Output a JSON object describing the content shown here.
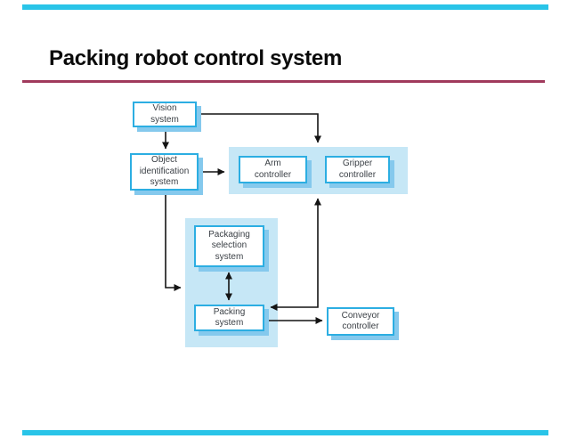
{
  "slide": {
    "title": "Packing robot control system"
  },
  "colors": {
    "accent_bar": "#29C4E8",
    "title_underline": "#A03A5C",
    "title_text": "#0A0A0A",
    "box_border": "#2CAEE2",
    "box_shadow": "#85C9ED",
    "region_background": "#C6E7F6",
    "connector": "#141414",
    "box_text": "#3B4046"
  },
  "diagram": {
    "boxes": [
      {
        "id": "vision-system",
        "lines": [
          "Vision",
          "system"
        ]
      },
      {
        "id": "object-identification-system",
        "lines": [
          "Object",
          "identification",
          "system"
        ]
      },
      {
        "id": "arm-controller",
        "lines": [
          "Arm",
          "controller"
        ]
      },
      {
        "id": "gripper-controller",
        "lines": [
          "Gripper",
          "controller"
        ]
      },
      {
        "id": "packaging-selection-system",
        "lines": [
          "Packaging",
          "selection",
          "system"
        ]
      },
      {
        "id": "packing-system",
        "lines": [
          "Packing",
          "system"
        ]
      },
      {
        "id": "conveyor-controller",
        "lines": [
          "Conveyor",
          "controller"
        ]
      }
    ],
    "regions": [
      {
        "id": "arm-gripper-region",
        "contains": [
          "arm-controller",
          "gripper-controller"
        ]
      },
      {
        "id": "packaging-region",
        "contains": [
          "packaging-selection-system",
          "packing-system"
        ]
      }
    ],
    "connectors": [
      {
        "id": "vision-to-object",
        "from": "vision-system",
        "to": "object-identification-system",
        "arrows": "end"
      },
      {
        "id": "vision-to-arm-gripper-region",
        "from": "vision-system",
        "to": "arm-gripper-region",
        "arrows": "end"
      },
      {
        "id": "object-to-arm-gripper-region",
        "from": "object-identification-system",
        "to": "arm-gripper-region",
        "arrows": "end"
      },
      {
        "id": "object-to-packaging-region",
        "from": "object-identification-system",
        "to": "packaging-region",
        "arrows": "end"
      },
      {
        "id": "selection-packing-bidirectional",
        "from": "packaging-selection-system",
        "to": "packing-system",
        "arrows": "both"
      },
      {
        "id": "packing-arm-gripper-bidirectional",
        "from": "packing-system",
        "to": "arm-gripper-region",
        "arrows": "both"
      },
      {
        "id": "packing-to-conveyor",
        "from": "packing-system",
        "to": "conveyor-controller",
        "arrows": "end"
      }
    ]
  }
}
